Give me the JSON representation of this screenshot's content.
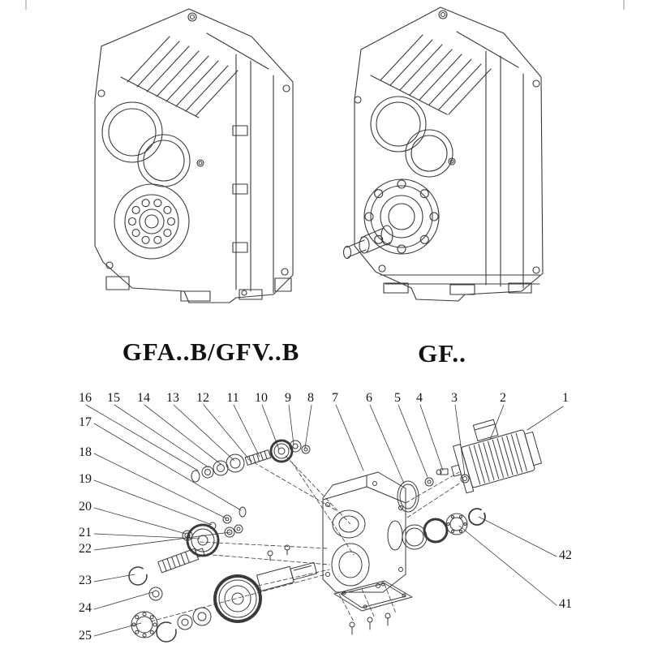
{
  "page": {
    "background": "#ffffff",
    "line_color": "#3a3a3a"
  },
  "products": [
    {
      "id": "gfab-gfvb",
      "label": "GFA..B/GFV..B"
    },
    {
      "id": "gf",
      "label": "GF.."
    }
  ],
  "exploded_view": {
    "top_callouts": [
      "16",
      "15",
      "14",
      "13",
      "12",
      "11",
      "10",
      "9",
      "8",
      "7",
      "6",
      "5",
      "4",
      "3",
      "2",
      "1"
    ],
    "left_callouts": [
      "17",
      "18",
      "19",
      "20",
      "21",
      "22",
      "23",
      "24",
      "25"
    ],
    "right_callouts": [
      "42",
      "41"
    ]
  }
}
